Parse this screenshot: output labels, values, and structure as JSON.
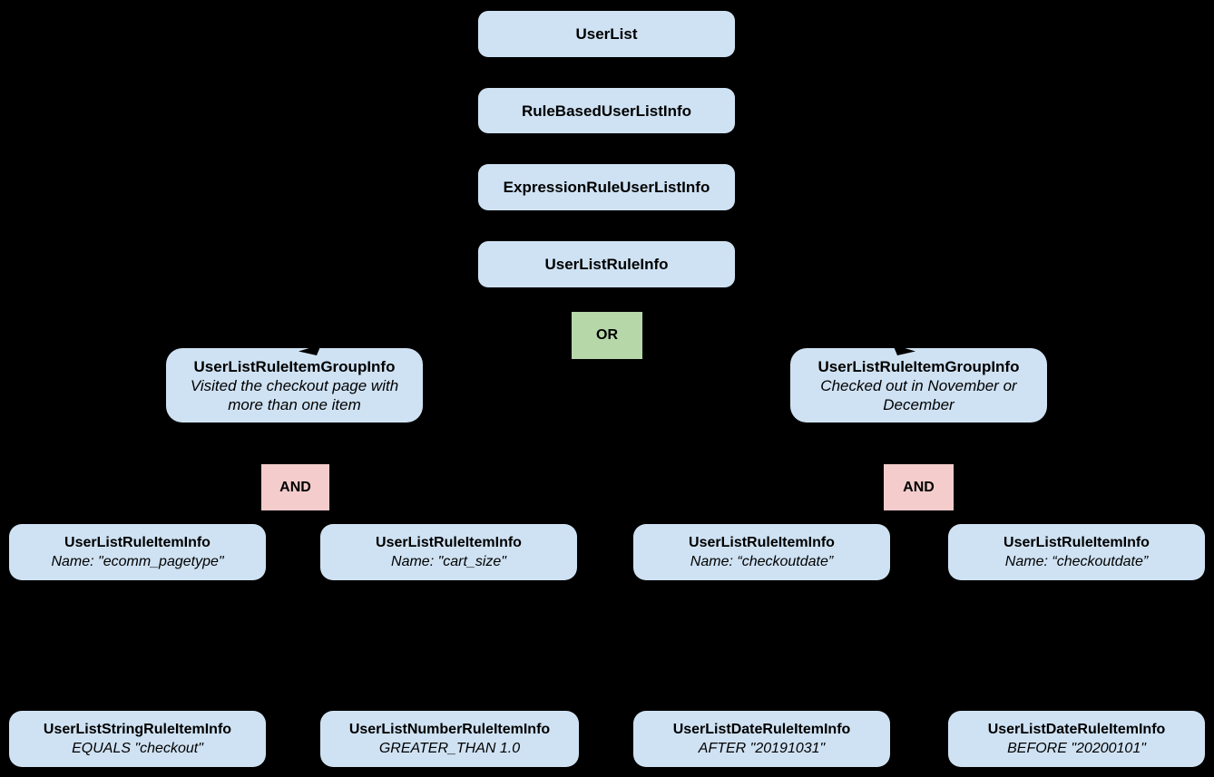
{
  "diagram": {
    "colors": {
      "background": "#000000",
      "node_fill": "#cfe2f3",
      "or_fill": "#b6d7a8",
      "and_fill": "#f4cccc",
      "text": "#000000"
    },
    "chain": [
      {
        "label": "UserList"
      },
      {
        "label": "RuleBasedUserListInfo"
      },
      {
        "label": "ExpressionRuleUserListInfo"
      },
      {
        "label": "UserListRuleInfo"
      }
    ],
    "or_operator": {
      "label": "OR"
    },
    "and_operators": [
      {
        "label": "AND"
      },
      {
        "label": "AND"
      }
    ],
    "groups": [
      {
        "title": "UserListRuleItemGroupInfo",
        "subtitle": "Visited the checkout page with more than one item"
      },
      {
        "title": "UserListRuleItemGroupInfo",
        "subtitle": "Checked out in November or December"
      }
    ],
    "rule_items": [
      {
        "title": "UserListRuleItemInfo",
        "subtitle": "Name: \"ecomm_pagetype\""
      },
      {
        "title": "UserListRuleItemInfo",
        "subtitle": "Name: \"cart_size\""
      },
      {
        "title": "UserListRuleItemInfo",
        "subtitle": "Name: “checkoutdate”"
      },
      {
        "title": "UserListRuleItemInfo",
        "subtitle": "Name: “checkoutdate”"
      }
    ],
    "leaf_items": [
      {
        "title": "UserListStringRuleItemInfo",
        "subtitle": "EQUALS \"checkout\""
      },
      {
        "title": "UserListNumberRuleItemInfo",
        "subtitle": "GREATER_THAN 1.0"
      },
      {
        "title": "UserListDateRuleItemInfo",
        "subtitle": "AFTER \"20191031\""
      },
      {
        "title": "UserListDateRuleItemInfo",
        "subtitle": "BEFORE \"20200101\""
      }
    ]
  }
}
